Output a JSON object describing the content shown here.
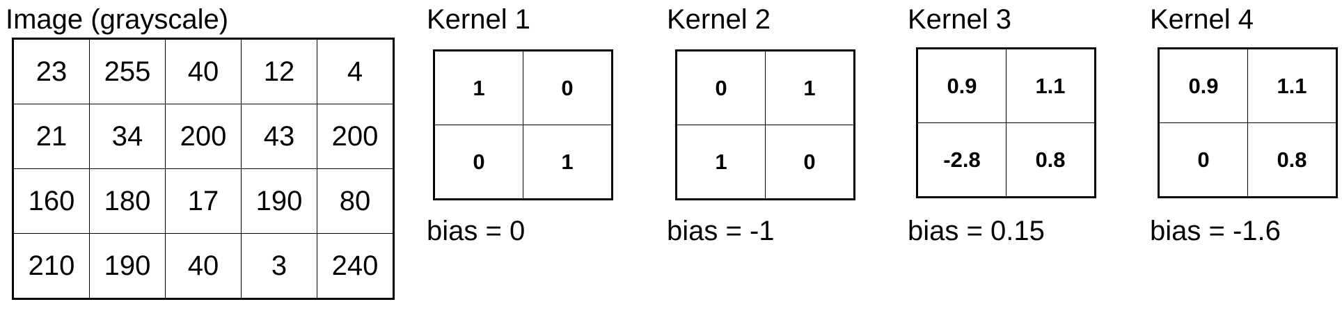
{
  "image": {
    "title": "Image (grayscale)",
    "rows": [
      [
        "23",
        "255",
        "40",
        "12",
        "4"
      ],
      [
        "21",
        "34",
        "200",
        "43",
        "200"
      ],
      [
        "160",
        "180",
        "17",
        "190",
        "80"
      ],
      [
        "210",
        "190",
        "40",
        "3",
        "240"
      ]
    ]
  },
  "kernels": [
    {
      "title": "Kernel 1",
      "rows": [
        [
          "1",
          "0"
        ],
        [
          "0",
          "1"
        ]
      ],
      "bias": "bias = 0"
    },
    {
      "title": "Kernel 2",
      "rows": [
        [
          "0",
          "1"
        ],
        [
          "1",
          "0"
        ]
      ],
      "bias": "bias = -1"
    },
    {
      "title": "Kernel 3",
      "rows": [
        [
          "0.9",
          "1.1"
        ],
        [
          "-2.8",
          "0.8"
        ]
      ],
      "bias": "bias = 0.15"
    },
    {
      "title": "Kernel 4",
      "rows": [
        [
          "0.9",
          "1.1"
        ],
        [
          "0",
          "0.8"
        ]
      ],
      "bias": "bias = -1.6"
    }
  ]
}
